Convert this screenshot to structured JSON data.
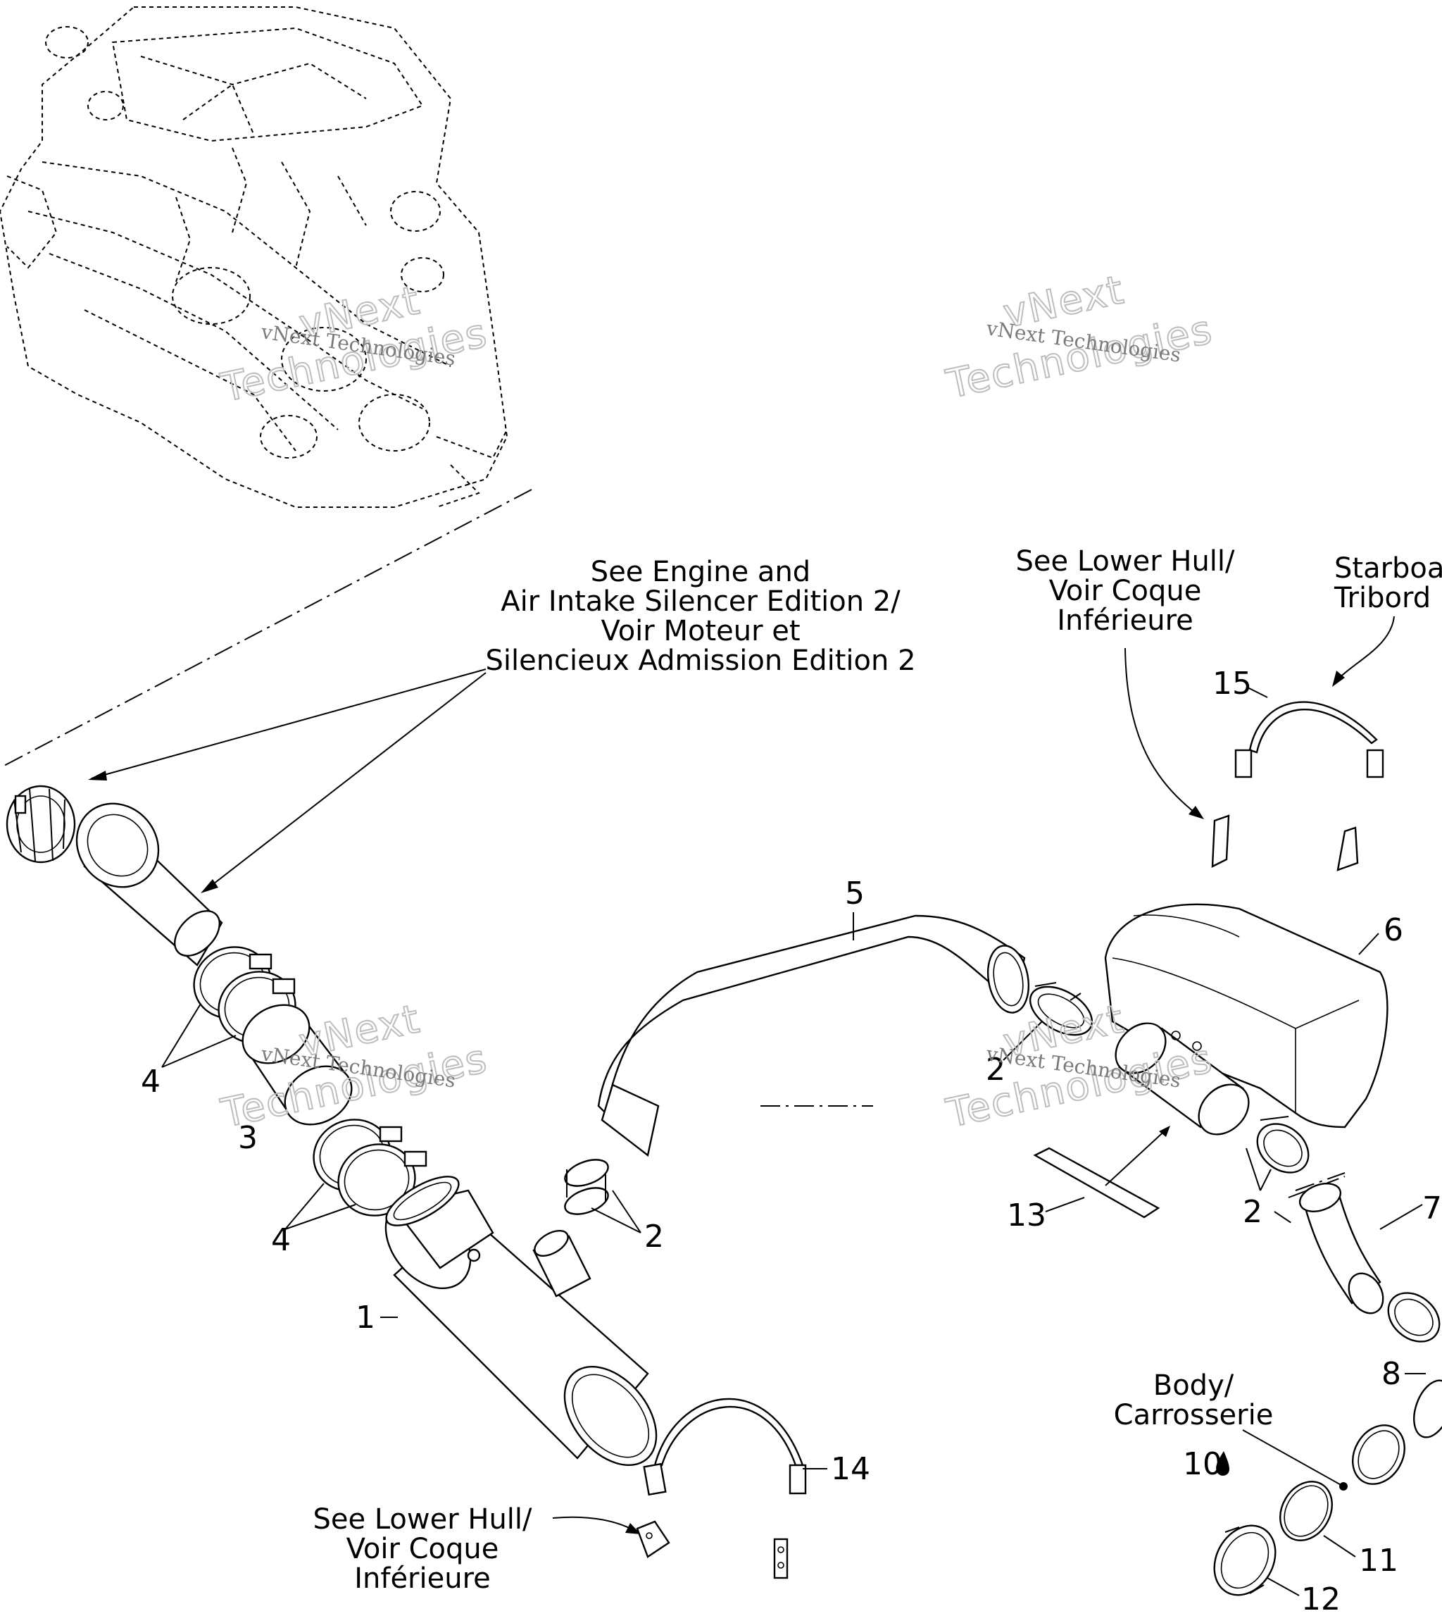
{
  "callouts": {
    "c1": "1",
    "c2a": "2",
    "c2b": "2",
    "c2c": "2",
    "c3": "3",
    "c4a": "4",
    "c4b": "4",
    "c5": "5",
    "c6": "6",
    "c7": "7",
    "c8": "8",
    "c10": "10",
    "c11": "11",
    "c12": "12",
    "c13": "13",
    "c14": "14",
    "c15": "15"
  },
  "notes": {
    "engine_ref": [
      "See Engine and",
      "Air Intake Silencer Edition 2/",
      "Voir Moteur et",
      "Silencieux Admission Edition 2"
    ],
    "lower_hull_top": [
      "See Lower Hull/",
      "Voir Coque",
      "Inférieure"
    ],
    "starboard": [
      "Starboa",
      "Tribord"
    ],
    "body": [
      "Body/",
      "Carrosserie"
    ],
    "lower_hull_bottom": [
      "See Lower Hull/",
      "Voir Coque",
      "Inférieure"
    ]
  },
  "watermark": {
    "line": "vNext Technologies",
    "big_1": "vNext",
    "big_2": "Technologies"
  }
}
